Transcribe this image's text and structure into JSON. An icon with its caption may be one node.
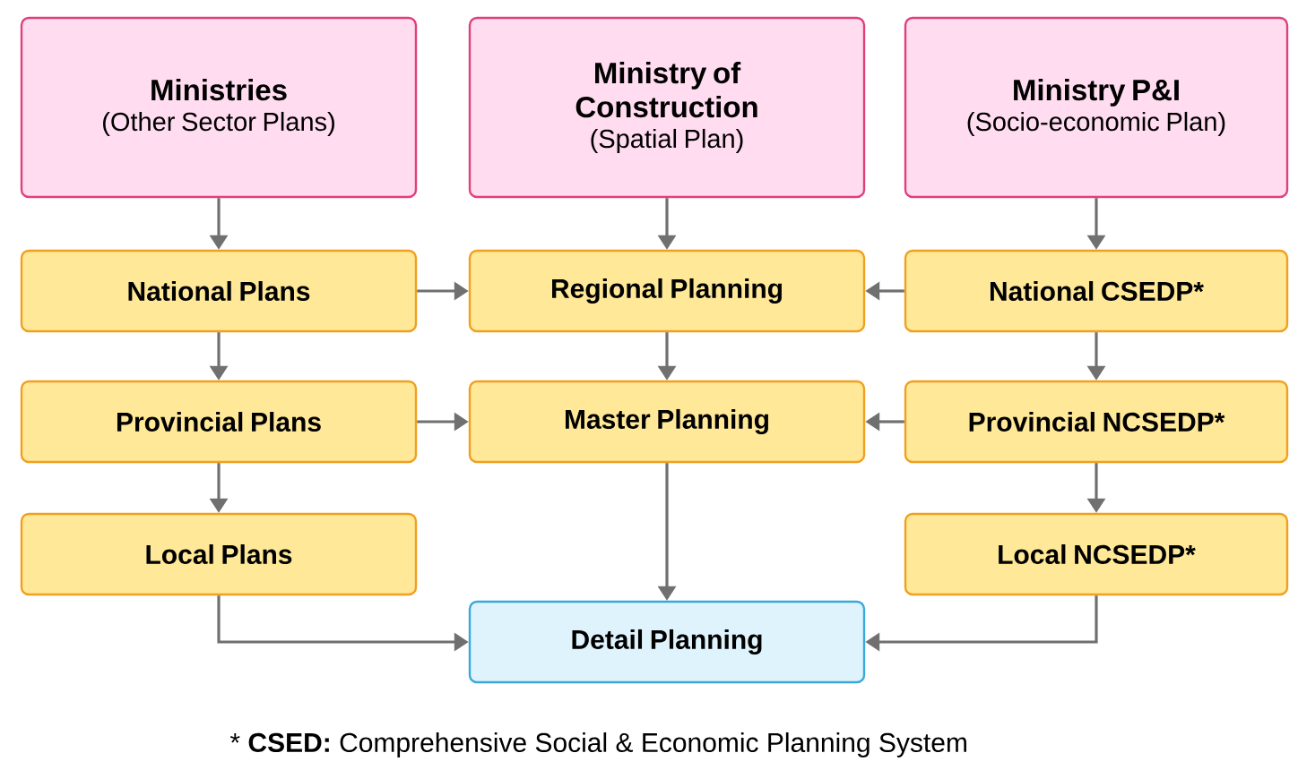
{
  "diagram": {
    "nodes": [
      {
        "text": [
          "Ministries",
          "(Other Sector Plans)"
        ]
      },
      {
        "text": [
          "Ministry of Construction",
          "(Spatial Plan)"
        ]
      },
      {
        "text": [
          "Ministry P&I",
          "(Socio-economic Plan)"
        ]
      },
      {
        "text": [
          "National Plans"
        ]
      },
      {
        "text": [
          "Regional Planning"
        ]
      },
      {
        "text": [
          "National CSEDP*"
        ]
      },
      {
        "text": [
          "Provincial Plans"
        ]
      },
      {
        "text": [
          "Master Planning"
        ]
      },
      {
        "text": [
          "Provincial NCSEDP*"
        ]
      },
      {
        "text": [
          "Local Plans"
        ]
      },
      {
        "text": [
          "Local NCSEDP*"
        ]
      },
      {
        "text": [
          "Detail Planning"
        ]
      }
    ],
    "edges": [
      {
        "from": 0,
        "to": 3,
        "arrow": "to"
      },
      {
        "from": 1,
        "to": 4,
        "arrow": "to"
      },
      {
        "from": 2,
        "to": 5,
        "arrow": "to"
      },
      {
        "from": 3,
        "to": 4,
        "arrow": "to"
      },
      {
        "from": 5,
        "to": 4,
        "arrow": "to"
      },
      {
        "from": 3,
        "to": 6,
        "arrow": "to"
      },
      {
        "from": 4,
        "to": 7,
        "arrow": "to"
      },
      {
        "from": 5,
        "to": 8,
        "arrow": "to"
      },
      {
        "from": 6,
        "to": 7,
        "arrow": "to"
      },
      {
        "from": 8,
        "to": 7,
        "arrow": "to"
      },
      {
        "from": 6,
        "to": 9,
        "arrow": "to"
      },
      {
        "from": 8,
        "to": 10,
        "arrow": "to"
      },
      {
        "from": 7,
        "to": 11,
        "arrow": "to"
      },
      {
        "from": 9,
        "to": 11,
        "arrow": "to"
      },
      {
        "from": 10,
        "to": 11,
        "arrow": "to"
      }
    ],
    "labels": [
      "* **CSED:** Comprehensive Social & Economic Planning System"
    ]
  }
}
